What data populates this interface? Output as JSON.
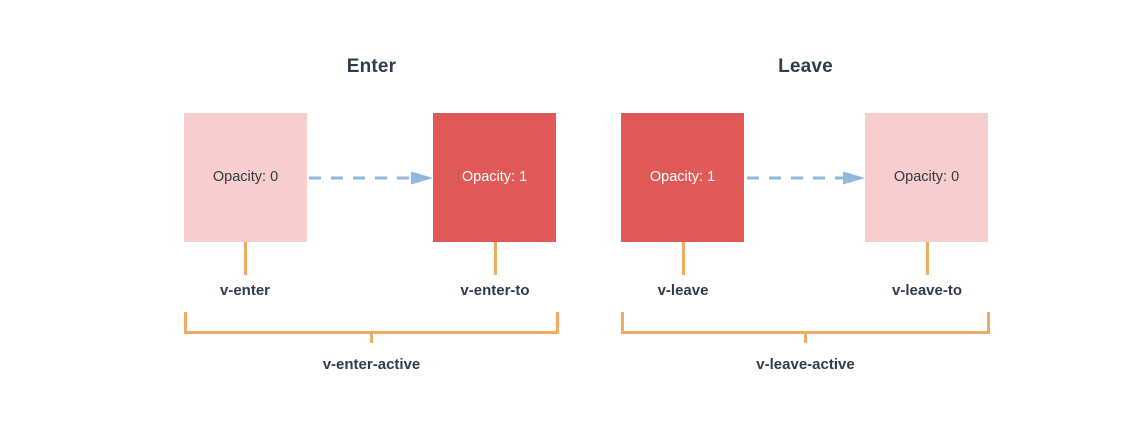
{
  "colors": {
    "background": "#ffffff",
    "box_pale": "#f7cdcd",
    "box_solid": "#df5a57",
    "bracket_orange": "#f0ab63",
    "arrow_blue": "#8fb9dd",
    "text_dark": "#2e3d4e",
    "text_on_solid": "#ffffff"
  },
  "groups": [
    {
      "title": "Enter",
      "start_box": {
        "label": "Opacity: 0",
        "fill": "pale"
      },
      "end_box": {
        "label": "Opacity: 1",
        "fill": "solid"
      },
      "arrow": "dashed-arrow-right-icon",
      "start_tag": "v-enter",
      "end_tag": "v-enter-to",
      "active_tag": "v-enter-active"
    },
    {
      "title": "Leave",
      "start_box": {
        "label": "Opacity: 1",
        "fill": "solid"
      },
      "end_box": {
        "label": "Opacity: 0",
        "fill": "pale"
      },
      "arrow": "dashed-arrow-right-icon",
      "start_tag": "v-leave",
      "end_tag": "v-leave-to",
      "active_tag": "v-leave-active"
    }
  ]
}
